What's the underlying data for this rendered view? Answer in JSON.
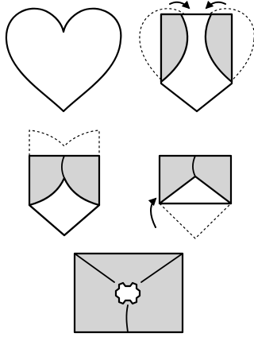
{
  "colors": {
    "paper": "#ffffff",
    "folded_flap": "#d4d4d4",
    "line": "#000000"
  },
  "steps": [
    {
      "step": 1,
      "description_icon": "heart-shape"
    },
    {
      "step": 2,
      "description_icon": "fold-sides-inward"
    },
    {
      "step": 3,
      "description_icon": "fold-top-down"
    },
    {
      "step": 4,
      "description_icon": "fold-point-up"
    },
    {
      "step": 5,
      "description_icon": "finished-envelope-with-seal"
    }
  ]
}
